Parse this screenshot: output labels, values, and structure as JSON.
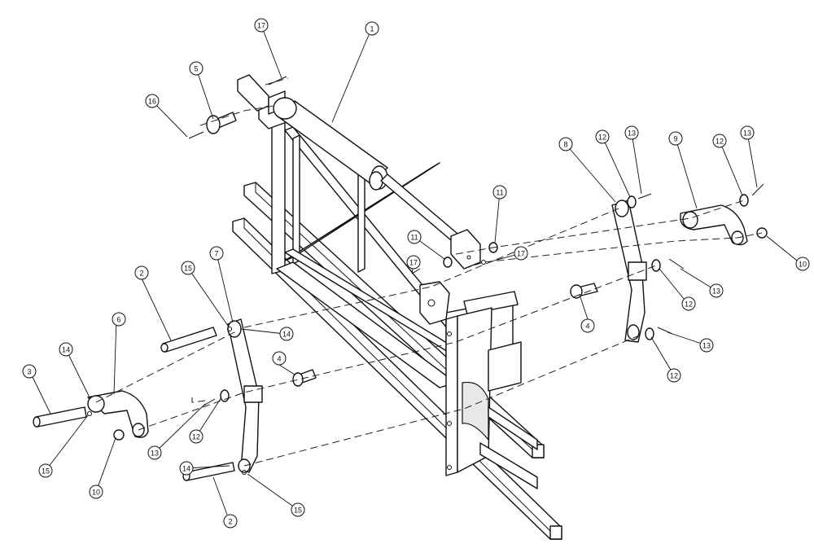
{
  "callouts": [
    {
      "num": "1"
    },
    {
      "num": "2"
    },
    {
      "num": "2"
    },
    {
      "num": "3"
    },
    {
      "num": "4"
    },
    {
      "num": "4"
    },
    {
      "num": "5"
    },
    {
      "num": "6"
    },
    {
      "num": "7"
    },
    {
      "num": "8"
    },
    {
      "num": "9"
    },
    {
      "num": "10"
    },
    {
      "num": "10"
    },
    {
      "num": "11"
    },
    {
      "num": "11"
    },
    {
      "num": "12"
    },
    {
      "num": "12"
    },
    {
      "num": "12"
    },
    {
      "num": "12"
    },
    {
      "num": "12"
    },
    {
      "num": "13"
    },
    {
      "num": "13"
    },
    {
      "num": "13"
    },
    {
      "num": "13"
    },
    {
      "num": "13"
    },
    {
      "num": "14"
    },
    {
      "num": "14"
    },
    {
      "num": "14"
    },
    {
      "num": "15"
    },
    {
      "num": "15"
    },
    {
      "num": "15"
    },
    {
      "num": "16"
    },
    {
      "num": "17"
    },
    {
      "num": "17"
    },
    {
      "num": "17"
    }
  ]
}
